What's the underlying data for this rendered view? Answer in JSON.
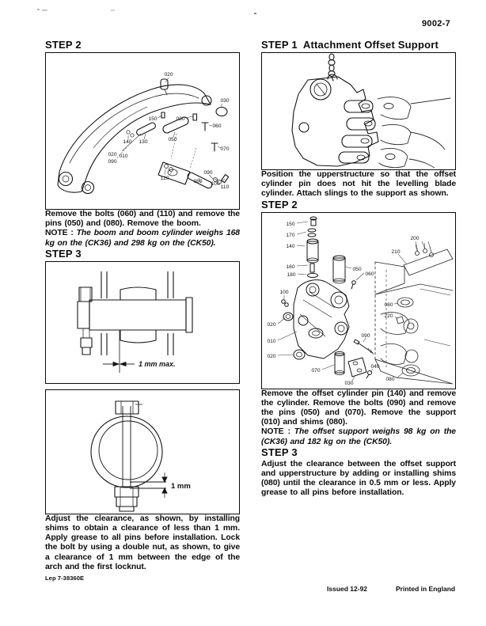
{
  "page": {
    "number": "9002-7",
    "footer_code": "Lep 7-38360E",
    "footer_issued": "Issued 12-92",
    "footer_printed": "Printed in England"
  },
  "left": {
    "step2_heading": "STEP 2",
    "step2_labels": [
      "020",
      "030",
      "030",
      "150",
      "060",
      "140",
      "130",
      "050",
      "070",
      "020",
      "010",
      "090",
      "120",
      "080",
      "090",
      "100",
      "110"
    ],
    "step2_text": "Remove the bolts (060) and (110) and remove the pins (050) and (080). Remove the boom.",
    "step2_note_label": "NOTE :",
    "step2_note": "The boom and boom cylinder weighs 168 kg on the (CK36) and 298 kg on the (CK50).",
    "step3_heading": "STEP 3",
    "step3_dim1": "1 mm max.",
    "step3_dim2": "1 mm",
    "step3_text": "Adjust the clearance, as shown, by installing shims to obtain a clearance of less than 1 mm. Apply grease to all pins before installation. Lock the bolt by using a double nut, as shown, to give a clearance of 1 mm between the edge of the arch and the first locknut."
  },
  "right": {
    "step1_heading": "STEP 1  Attachment Offset Support",
    "step1_text": "Position the upperstructure so that the offset cylinder pin does not hit the levelling blade cylinder. Attach slings to the support as shown.",
    "step2_heading": "STEP 2",
    "step2_labels": [
      "150",
      "170",
      "140",
      "160",
      "180",
      "100",
      "020",
      "010",
      "020",
      "070",
      "030",
      "050",
      "060",
      "090",
      "040",
      "200",
      "210",
      "080",
      "220",
      "080"
    ],
    "step2_text": "Remove the offset cylinder pin (140) and remove the cylinder. Remove the bolts (090) and remove the pins (050) and (070). Remove the support (010) and shims (080).",
    "step2_note_label": "NOTE :",
    "step2_note": "The offset support weighs 98 kg on the (CK36) and 182 kg on the (CK50).",
    "step3_heading": "STEP 3",
    "step3_text": "Adjust the clearance between the offset support and upperstructure by adding or installing shims (080) until the clearance in 0.5 mm or less. Apply grease to all pins before installation."
  }
}
